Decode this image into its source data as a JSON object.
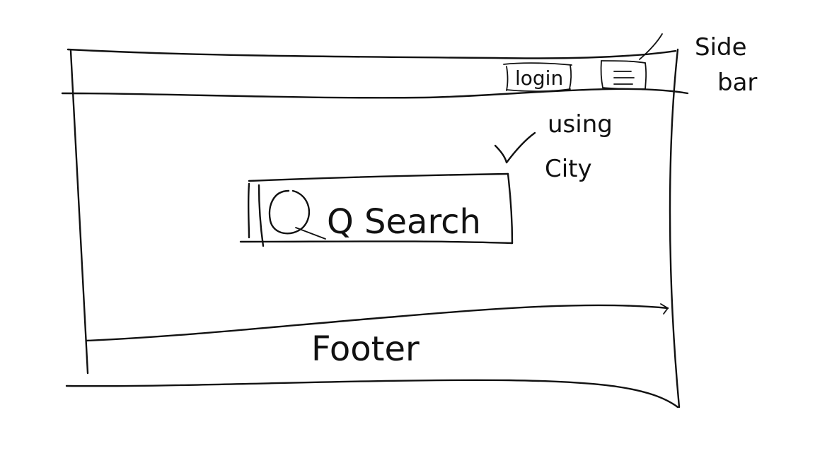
{
  "header": {
    "login_label": "login",
    "menu_icon": "hamburger-menu-icon"
  },
  "main": {
    "search_label": "Q Search",
    "search_icon": "search-icon"
  },
  "annotations": {
    "sidebar_line1": "Side",
    "sidebar_line2": "bar",
    "search_note_line1": "using",
    "search_note_line2": "City",
    "checkmark_icon": "checkmark-icon"
  },
  "footer": {
    "label": "Footer"
  },
  "colors": {
    "ink": "#111111",
    "paper": "#ffffff"
  }
}
